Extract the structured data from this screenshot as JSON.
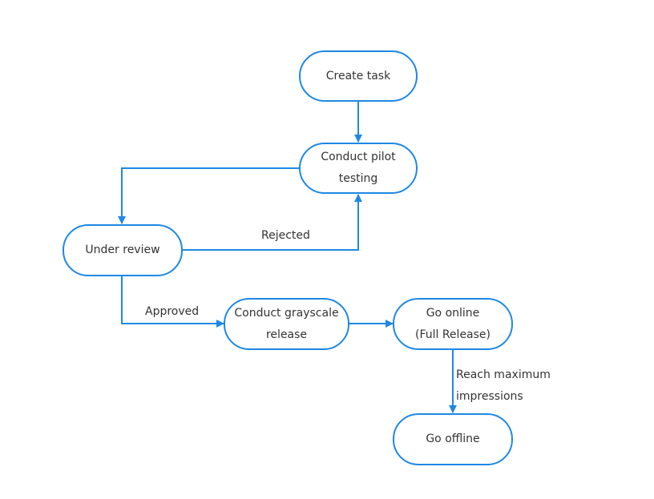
{
  "colors": {
    "accent": "#1E88E5",
    "text": "#333333",
    "background": "#FFFFFF"
  },
  "nodes": {
    "create_task": "Create task",
    "pilot_testing": "Conduct pilot\ntesting",
    "under_review": "Under review",
    "grayscale_release": "Conduct grayscale\nrelease",
    "go_online": "Go online\n(Full Release)",
    "go_offline": "Go offline"
  },
  "edges": {
    "rejected": "Rejected",
    "approved": "Approved",
    "reach_max": "Reach maximum\nimpressions"
  }
}
